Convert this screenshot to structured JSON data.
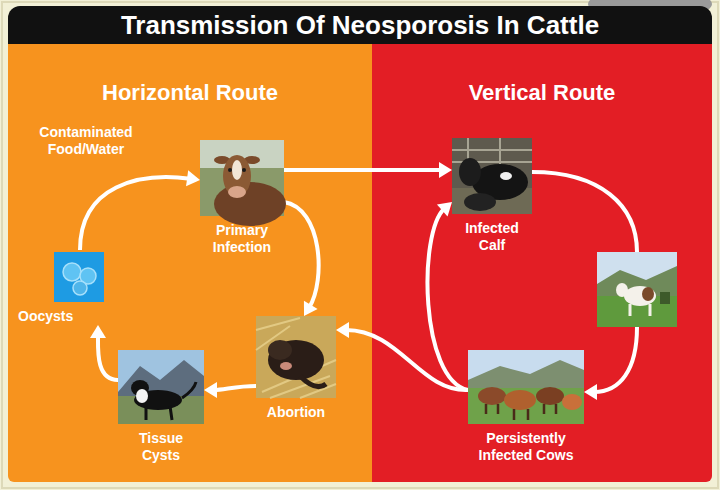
{
  "diagram": {
    "title": "Transmission Of Neosporosis In Cattle",
    "nodes": [
      {
        "text": [
          "Horizontal Route"
        ]
      },
      {
        "text": [
          "Primary Infection"
        ],
        "in": 0
      },
      {
        "text": [
          "Abortion"
        ],
        "in": 0
      },
      {
        "text": [
          "Tissue Cysts"
        ],
        "in": 0
      },
      {
        "text": [
          "Oocysts"
        ],
        "in": 0
      },
      {
        "text": [
          "Vertical Route"
        ]
      },
      {
        "text": [
          "Infected Calf"
        ],
        "in": 5
      },
      {
        "text": [
          "Persistently Infected Cows"
        ],
        "in": 5
      }
    ],
    "edges": [
      {
        "from": 1,
        "to": 2,
        "arrow": "to"
      },
      {
        "from": 2,
        "to": 3,
        "arrow": "to"
      },
      {
        "from": 3,
        "to": 4,
        "arrow": "to"
      },
      {
        "from": 4,
        "to": 1,
        "label": "Contaminated Food/Water",
        "arrow": "to"
      },
      {
        "from": 1,
        "to": 6,
        "arrow": "to"
      },
      {
        "from": 6,
        "to": 7,
        "arrow": "to"
      },
      {
        "from": 7,
        "to": 6,
        "arrow": "to"
      },
      {
        "from": 7,
        "to": 2,
        "arrow": "to"
      }
    ]
  }
}
